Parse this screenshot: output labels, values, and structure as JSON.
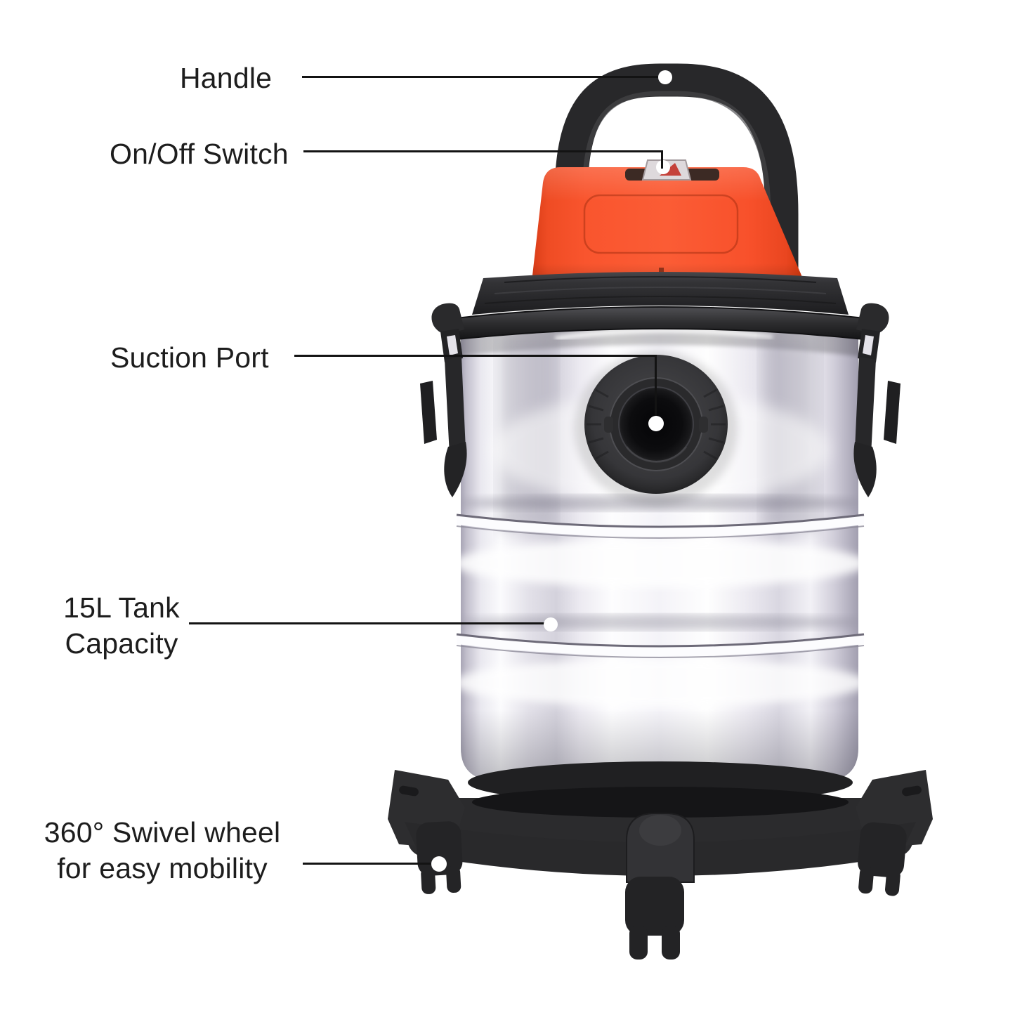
{
  "title": "Wet and dry vacuum cleaner feature diagram",
  "background": "#ffffff",
  "product": {
    "type": "wet-dry-vacuum-cleaner",
    "colors": {
      "head_orange": "#f8512e",
      "plastic_black": "#2a2a2c",
      "steel_highlight": "#ffffff",
      "steel_shadow": "#aba8b8",
      "callout_line": "#131313",
      "label_text": "#1d1d1d"
    }
  },
  "callouts": [
    {
      "id": "handle",
      "label": "Handle"
    },
    {
      "id": "on_off_switch",
      "label": "On/Off Switch"
    },
    {
      "id": "suction_port",
      "label": "Suction Port"
    },
    {
      "id": "tank_capacity",
      "label": "15L Tank\nCapacity"
    },
    {
      "id": "swivel_wheel",
      "label": "360° Swivel wheel\nfor easy mobility"
    }
  ]
}
